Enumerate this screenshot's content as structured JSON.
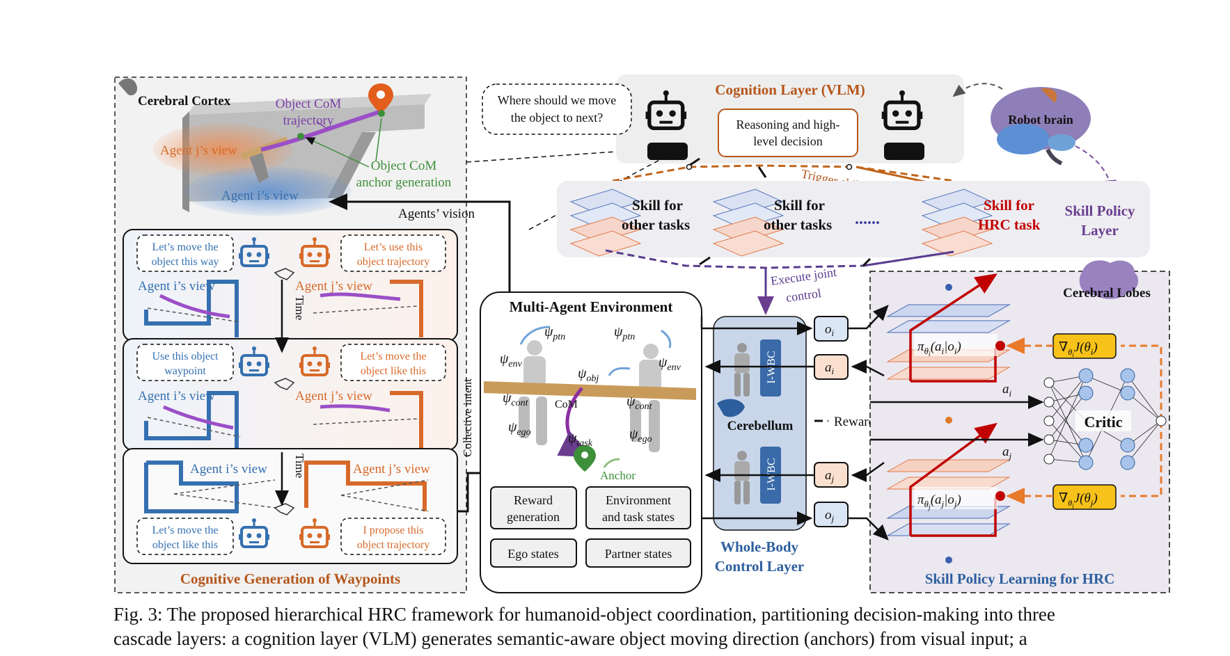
{
  "cognitive_panel": {
    "cerebral_cortex_label": "Cerebral Cortex",
    "object_com_trajectory": [
      "Object CoM",
      "trajectory"
    ],
    "agent_j_view_overlay": "Agent j’s view",
    "agent_i_view_overlay": "Agent i’s view",
    "object_com_anchor_generation": [
      "Object CoM",
      "anchor generation"
    ],
    "agents_vision": "Agents’ vision",
    "time_label": "Time",
    "collective_intent": "Collective intent",
    "footer_title": "Cognitive Generation of Waypoints",
    "rounds": [
      {
        "left_bubble": [
          "Let’s move the",
          "object this way"
        ],
        "right_bubble": [
          "Let’s use this",
          "object trajectory"
        ],
        "agent_i_label": "Agent i’s view",
        "agent_j_label": "Agent j’s view"
      },
      {
        "left_bubble": [
          "Use this object",
          "waypoint"
        ],
        "right_bubble": [
          "Let’s move the",
          "object like this"
        ],
        "agent_i_label": "Agent i’s view",
        "agent_j_label": "Agent j’s view"
      },
      {
        "left_bubble": [
          "Let’s move the",
          "object like this"
        ],
        "right_bubble": [
          "I propose this",
          "object trajectory"
        ],
        "agent_i_label": "Agent i’s view",
        "agent_j_label": "Agent j’s view"
      }
    ]
  },
  "cognition_layer": {
    "title": "Cognition Layer (VLM)",
    "question_bubble": [
      "Where should we move",
      "the object to next?"
    ],
    "reasoning_box": [
      "Reasoning and high-",
      "level decision"
    ],
    "trigger_skill": "Trigger skill",
    "robot_brain": "Robot brain"
  },
  "skill_layer": {
    "skill_other_1": [
      "Skill for",
      "other tasks"
    ],
    "skill_other_2": [
      "Skill for",
      "other tasks"
    ],
    "ellipsis": "......",
    "skill_hrc": [
      "Skill for",
      "HRC task"
    ],
    "layer_label": [
      "Skill Policy",
      "Layer"
    ],
    "execute_joint_control": [
      "Execute joint",
      "control"
    ]
  },
  "environment": {
    "title": "Multi-Agent Environment",
    "psi_ptn": "ψ",
    "psi_ptn_sub": "ptn",
    "psi_env": "ψ",
    "psi_env_sub": "env",
    "psi_obj": "ψ",
    "psi_obj_sub": "obj",
    "psi_cont": "ψ",
    "psi_cont_sub": "cont",
    "psi_ego": "ψ",
    "psi_ego_sub": "ego",
    "psi_task": "ψ",
    "psi_task_sub": "task",
    "com": "CoM",
    "anchor": "Anchor",
    "states": [
      "Reward generation",
      "Environment and task states",
      "Ego states",
      "Partner states"
    ]
  },
  "wbc": {
    "iwbc": "I-WBC",
    "cerebellum": "Cerebellum",
    "title": [
      "Whole-Body",
      "Control Layer"
    ],
    "o_i": "o",
    "o_i_sub": "i",
    "a_i": "a",
    "a_i_sub": "i",
    "a_j": "a",
    "a_j_sub": "j",
    "o_j": "o",
    "o_j_sub": "j",
    "reward_state": "Reward, State s, s′"
  },
  "learning": {
    "cerebral_lobes": "Cerebral Lobes",
    "policy_i": "π",
    "policy_i_args": "(a",
    "policy_j": "π",
    "grad_i": "∇",
    "grad_i_rest": "J(θ",
    "grad_j": "∇",
    "grad_j_rest": "J(θ",
    "critic": "Critic",
    "a_i_label": "a",
    "a_j_label": "a",
    "title": "Skill Policy Learning for HRC"
  },
  "colors": {
    "cognition_title": "#b5561a",
    "agent_i": "#3570b0",
    "agent_j": "#d76a2a",
    "purple": "#6a3d8f",
    "red": "#c00000",
    "anchor_green": "#3e8f3a",
    "gradient_fill": "#f7c21a"
  },
  "caption": [
    "Fig. 3: The proposed hierarchical HRC framework for humanoid-object coordination, partitioning decision-making into three",
    "cascade layers: a cognition layer (VLM) generates semantic-aware object moving direction (anchors) from visual input; a"
  ]
}
